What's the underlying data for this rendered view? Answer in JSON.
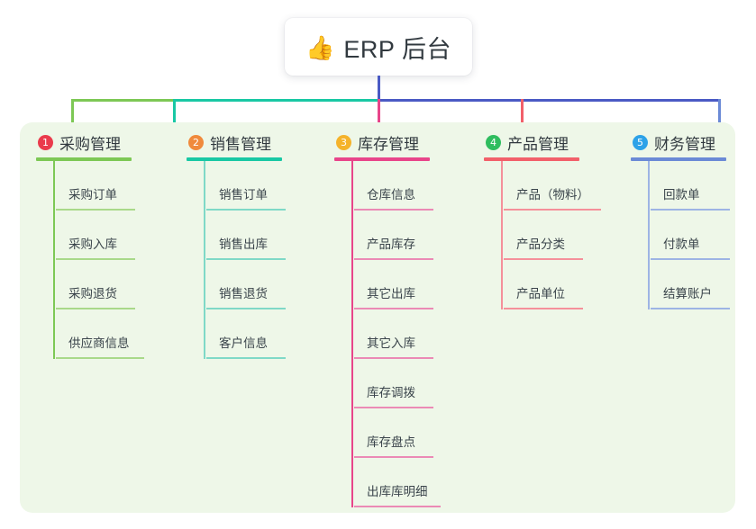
{
  "root": {
    "icon": "thumbs-up-emoji",
    "icon_glyph": "👍",
    "title": "ERP 后台"
  },
  "palette": {
    "panel_bg": "#eef7e8",
    "card_bg": "#ffffff",
    "text": "#31393f",
    "root_connector": "#4a5ac4"
  },
  "columns": [
    {
      "number": "1",
      "title": "采购管理",
      "badge_color": "#ea3b4c",
      "line_color": "#7dc855",
      "items": [
        "采购订单",
        "采购入库",
        "采购退货",
        "供应商信息"
      ]
    },
    {
      "number": "2",
      "title": "销售管理",
      "badge_color": "#f08a3c",
      "line_color": "#19c8a4",
      "items": [
        "销售订单",
        "销售出库",
        "销售退货",
        "客户信息"
      ]
    },
    {
      "number": "3",
      "title": "库存管理",
      "badge_color": "#f5b32b",
      "line_color": "#e8458a",
      "items": [
        "仓库信息",
        "产品库存",
        "其它出库",
        "其它入库",
        "库存调拨",
        "库存盘点",
        "出库库明细"
      ]
    },
    {
      "number": "4",
      "title": "产品管理",
      "badge_color": "#2fbd5f",
      "line_color": "#f2606a",
      "items": [
        "产品（物料）",
        "产品分类",
        "产品单位"
      ]
    },
    {
      "number": "5",
      "title": "财务管理",
      "badge_color": "#2da2e8",
      "line_color": "#6b8ad6",
      "items": [
        "回款单",
        "付款单",
        "结算账户"
      ]
    }
  ],
  "connectors": {
    "root_stem_color": "#4a5ac4",
    "bus_segments": [
      {
        "color": "#7dc855"
      },
      {
        "color": "#19c8a4"
      },
      {
        "color": "#4a5ac4"
      }
    ]
  }
}
